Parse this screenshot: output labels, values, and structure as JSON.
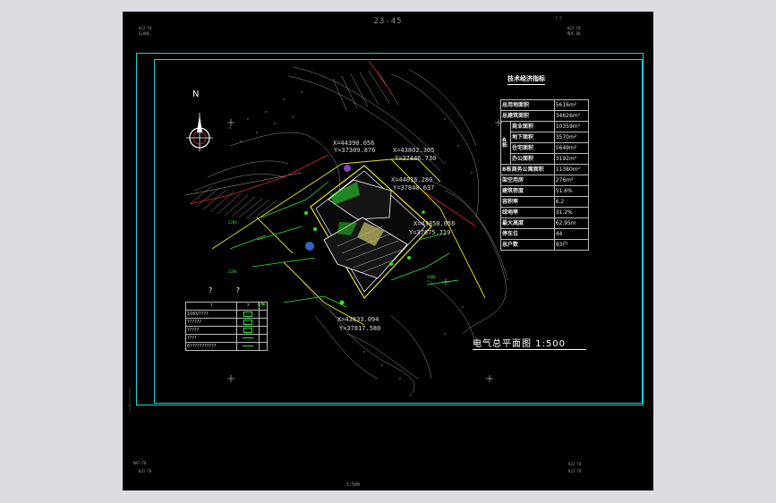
{
  "sheet": {
    "drawing_number": "23-45",
    "scale_note": "1:500",
    "corner_top_left": [
      "HJ2 T8",
      "ELKNE"
    ],
    "corner_top_right": [
      "? ?",
      "KJ2 T8",
      "RDC D8"
    ],
    "corner_bottom_left": [
      "MAT T8",
      "BJ2 T8"
    ],
    "corner_bottom_right": [
      "RJ2 T8",
      "RJ2 T8"
    ]
  },
  "north_arrow": {
    "label": "N"
  },
  "plan_caption": "电气总平面图 1:500",
  "tech_table": {
    "title": "技术经济指标",
    "rows": [
      {
        "label": "总用地面积",
        "value": "5616m²",
        "group": ""
      },
      {
        "label": "总建筑面积",
        "value": "34626m²",
        "group": ""
      },
      {
        "label": "商业面积",
        "value": "10359m²",
        "group": "A栋"
      },
      {
        "label": "地下面积",
        "value": "3570m²",
        "group": "A栋"
      },
      {
        "label": "住宅面积",
        "value": "5649m²",
        "group": "A栋"
      },
      {
        "label": "办公面积",
        "value": "3192m²",
        "group": "A栋"
      },
      {
        "label": "B栋商务公寓面积",
        "value": "11380m²",
        "group": ""
      },
      {
        "label": "架空用房",
        "value": "276m²",
        "group": ""
      },
      {
        "label": "建筑密度",
        "value": "51.6%",
        "group": ""
      },
      {
        "label": "容积率",
        "value": "6.2",
        "group": ""
      },
      {
        "label": "绿地率",
        "value": "31.2%",
        "group": ""
      },
      {
        "label": "最大高度",
        "value": "62.95m",
        "group": ""
      },
      {
        "label": "停车位",
        "value": "44",
        "group": ""
      },
      {
        "label": "总户数",
        "value": "93户",
        "group": ""
      }
    ]
  },
  "legend": {
    "title": "? ?",
    "header": [
      "?",
      "?",
      "?"
    ],
    "rows": [
      {
        "name": "10KV????",
        "symbol": "box"
      },
      {
        "name": "??????",
        "symbol": "box"
      },
      {
        "name": "?????",
        "symbol": "box"
      },
      {
        "name": "????",
        "symbol": "line"
      },
      {
        "name": "6???????????",
        "symbol": "line"
      }
    ]
  },
  "coordinates": [
    "X=44390.056",
    "Y=37309.876",
    "X=43802.305",
    "Y=37446.730",
    "X=44016.280",
    "Y=37840.637",
    "X=43850.056",
    "Y=37675.719",
    "X=43833.094",
    "Y=37817.580"
  ],
  "colors": {
    "frame": "#1fd3d3",
    "boundary": "#e6e61e",
    "buildings": "#ffffff",
    "green": "#2ee62e",
    "red_line": "#e62020",
    "terrain": "#c8c8c8"
  }
}
